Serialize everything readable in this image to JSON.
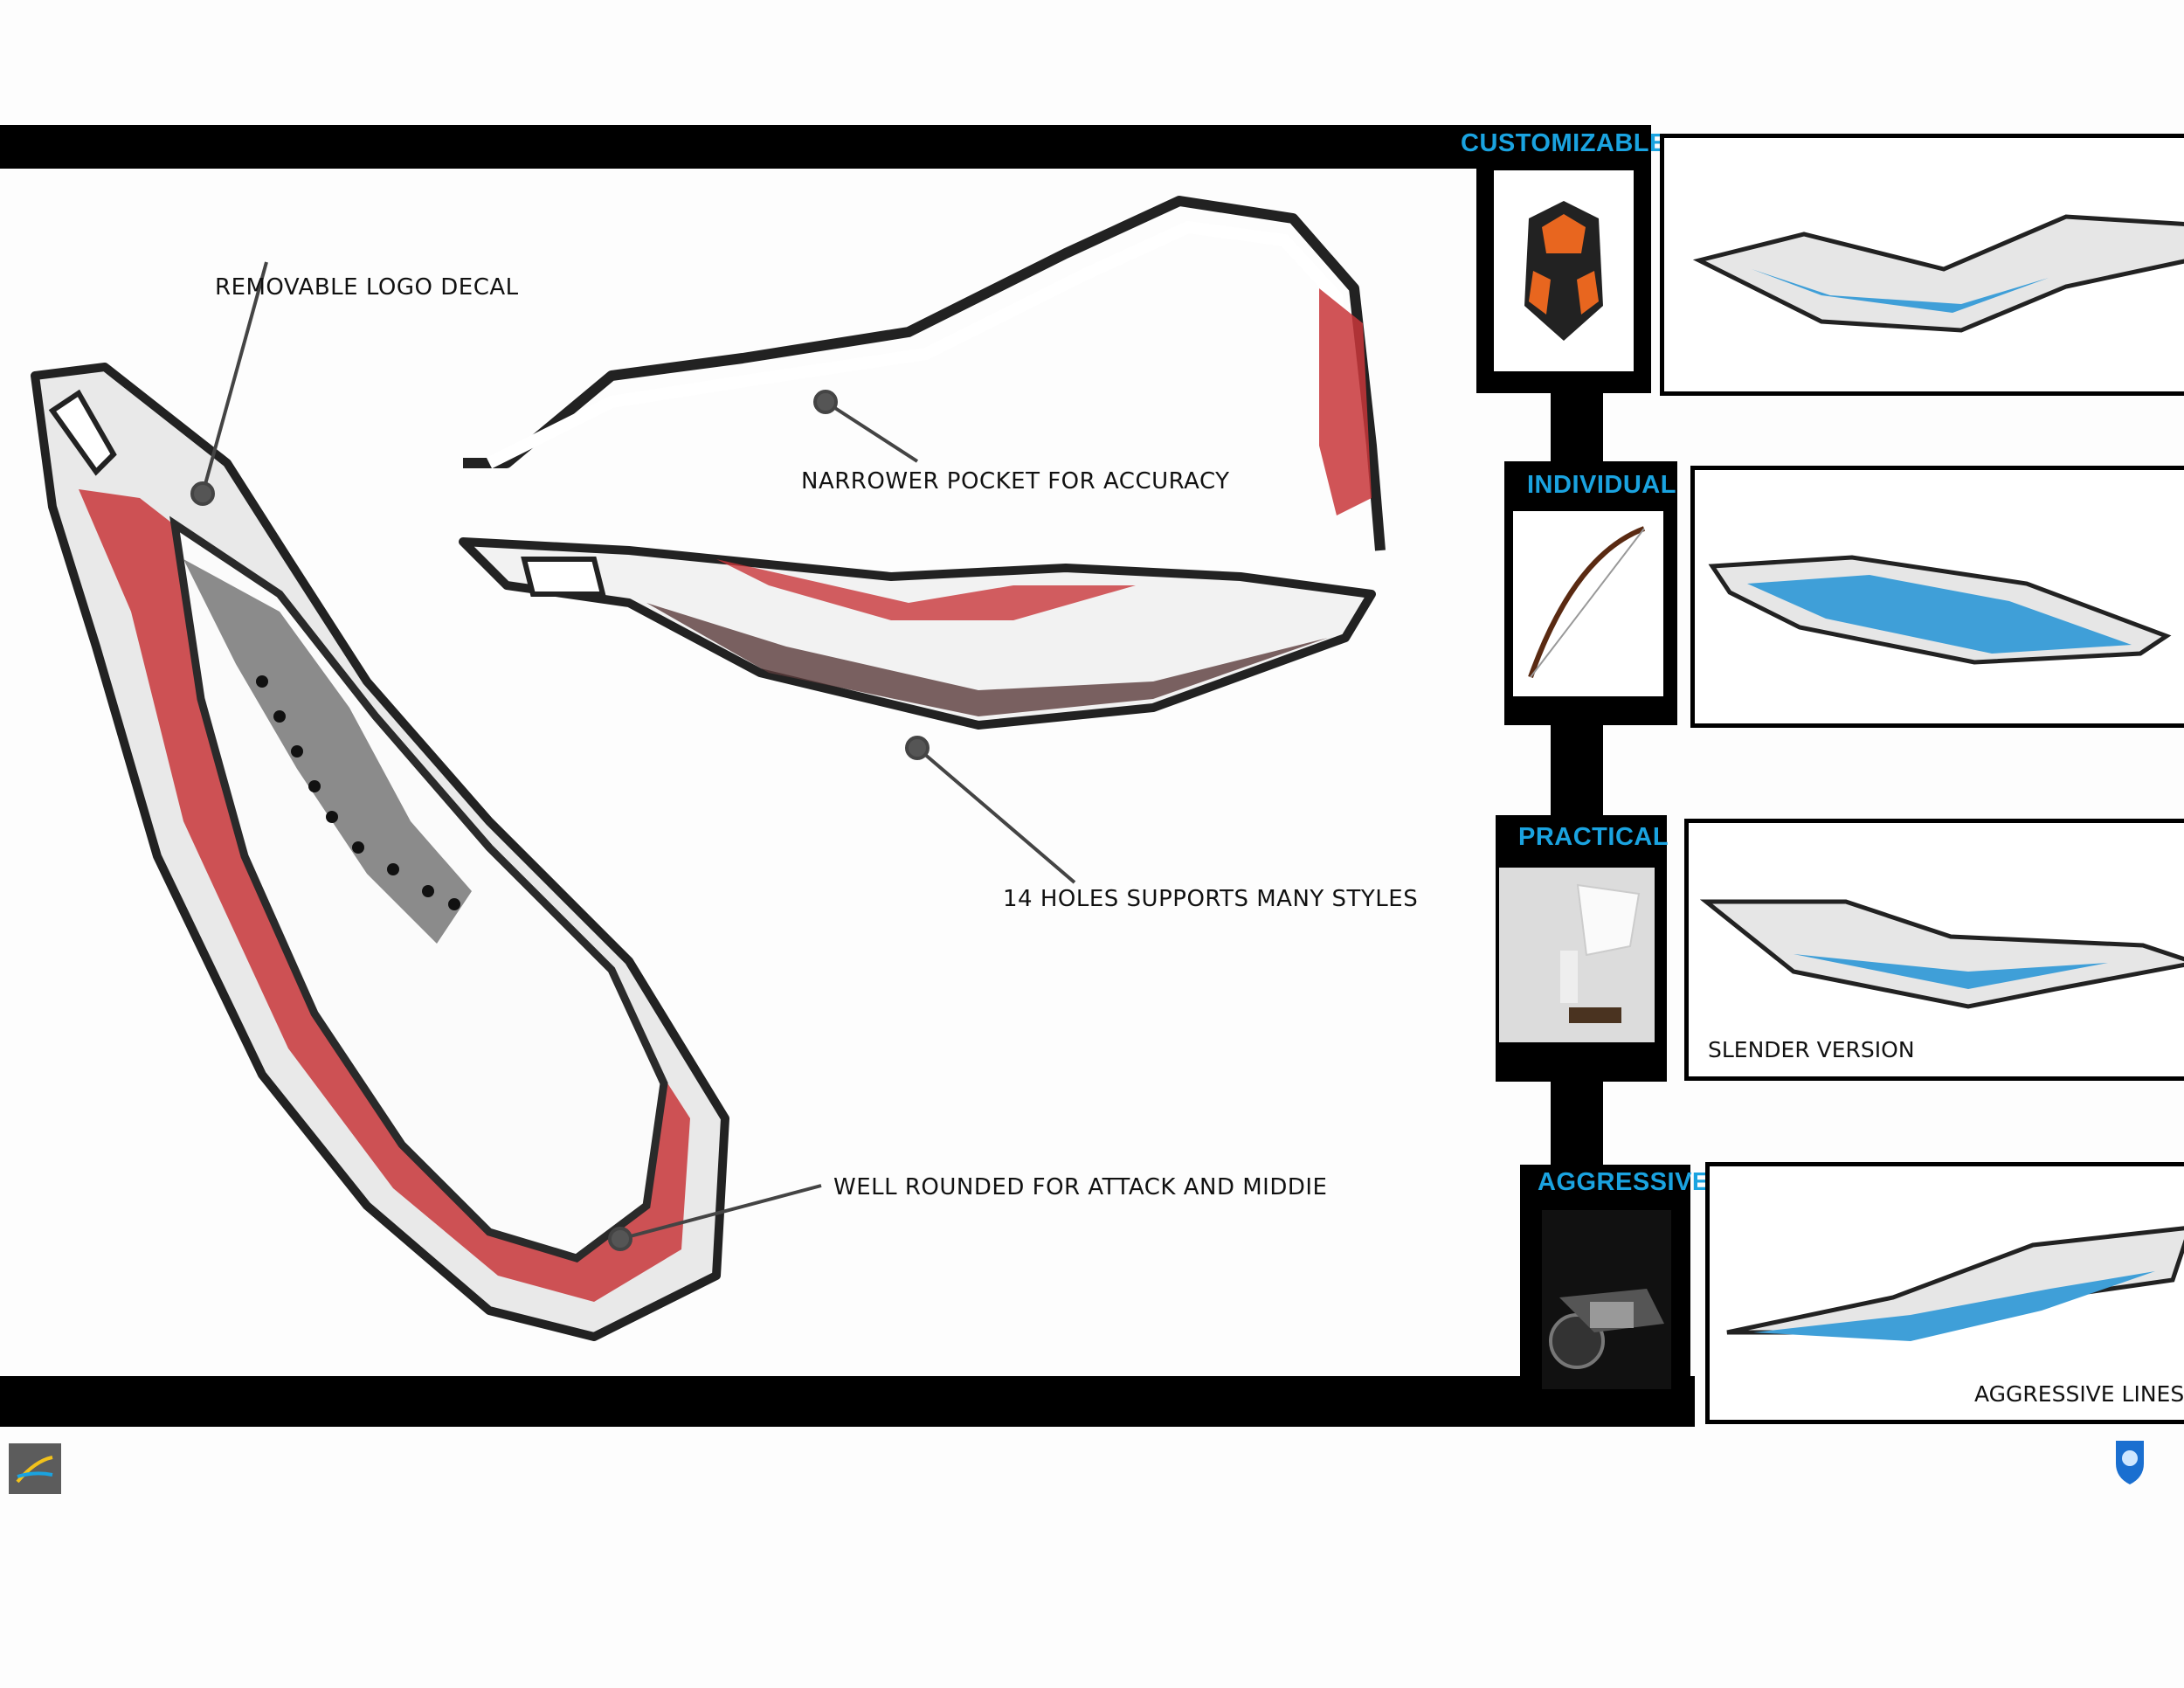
{
  "callouts": {
    "logo_decal": "REMOVABLE LOGO DECAL",
    "narrow_pocket": "NARROWER POCKET FOR ACCURACY",
    "holes": "14 HOLES SUPPORTS MANY STYLES",
    "well_rounded": "WELL ROUNDED FOR ATTACK AND MIDDIE"
  },
  "attributes": [
    {
      "title": "CUSTOMIZABLE",
      "photo_icon": "gaming-mouse"
    },
    {
      "title": "INDIVIDUAL",
      "photo_icon": "archery-bow"
    },
    {
      "title": "PRACTICAL",
      "photo_icon": "dustpan-and-brush"
    },
    {
      "title": "AGGRESSIVE",
      "photo_icon": "motorcycle"
    }
  ],
  "variants": {
    "slender_label": "SLENDER VERSION",
    "aggressive_label": "AGGRESSIVE LINES"
  },
  "colors": {
    "accent_blue": "#1aa3e0",
    "sketch_red": "#c8363a",
    "variant_blue": "#3f9fd8",
    "frame": "#000000"
  },
  "logos": {
    "left": "brand-mark",
    "right": "shield-logo"
  }
}
